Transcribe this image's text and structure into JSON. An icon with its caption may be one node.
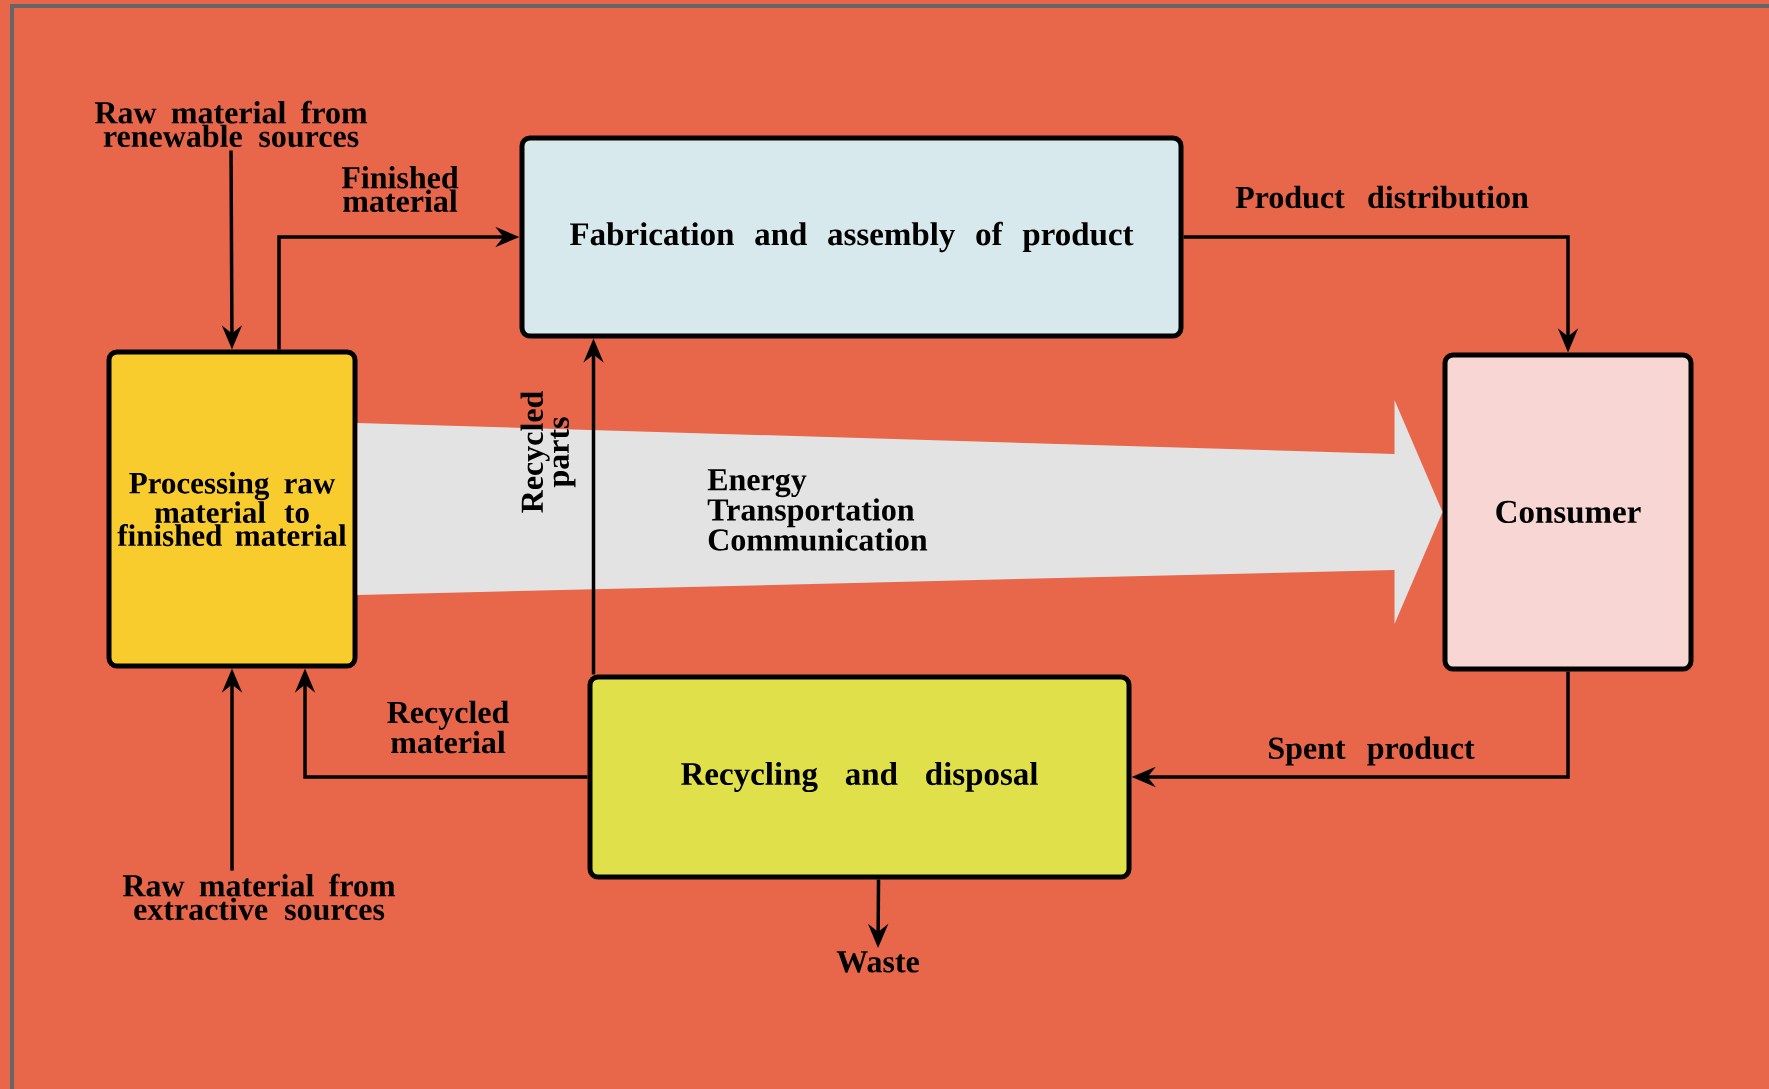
{
  "diagram": {
    "nodes": [
      {
        "text": [
          "Raw material from renewable sources"
        ]
      },
      {
        "text": [
          "Processing raw material to finished material"
        ]
      },
      {
        "text": [
          "Fabrication and assembly of product"
        ]
      },
      {
        "text": [
          "Consumer"
        ]
      },
      {
        "text": [
          "Recycling and disposal"
        ]
      },
      {
        "text": [
          "Raw material from extractive sources"
        ]
      },
      {
        "text": [
          "Waste"
        ]
      }
    ],
    "edges": [
      {
        "from": 1,
        "to": 3,
        "arrow": "to",
        "label": "Energy Transportation Communication",
        "style": "thick",
        "color": "#e3e3e3"
      },
      {
        "from": 0,
        "to": 1,
        "arrow": "to"
      },
      {
        "from": 1,
        "to": 2,
        "arrow": "to",
        "label": "Finished material"
      },
      {
        "from": 2,
        "to": 3,
        "arrow": "to",
        "label": "Product distribution"
      },
      {
        "from": 3,
        "to": 4,
        "arrow": "to",
        "label": "Spent product"
      },
      {
        "from": 4,
        "to": 1,
        "arrow": "to",
        "label": "Recycled material"
      },
      {
        "from": 5,
        "to": 1,
        "arrow": "to"
      },
      {
        "from": 4,
        "to": 2,
        "arrow": "to",
        "label": "Recycled parts"
      },
      {
        "from": 4,
        "to": 6,
        "arrow": "to"
      }
    ]
  }
}
